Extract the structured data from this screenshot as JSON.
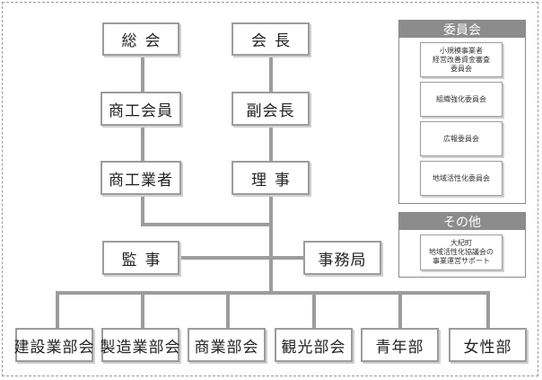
{
  "nodes": {
    "sokai": "総会",
    "kaicho": "会長",
    "shoko_kaiin": "商工会員",
    "fukukaicho": "副会長",
    "shoko_gyosha": "商工業者",
    "riji": "理事",
    "kanji": "監事",
    "jimukyoku": "事務局",
    "kensetsu": "建設業部会",
    "seizo": "製造業部会",
    "shogyo": "商業部会",
    "kanko": "観光部会",
    "seinen": "青年部",
    "josei": "女性部"
  },
  "committees": {
    "title": "委員会",
    "items": [
      "小規模事業者\n経営改善資金審査\n委員会",
      "組織強化委員会",
      "広報委員会",
      "地域活性化委員会"
    ]
  },
  "other": {
    "title": "その他",
    "items": [
      "大紀町\n地域活性化協議会の\n事業運営サポート"
    ]
  }
}
